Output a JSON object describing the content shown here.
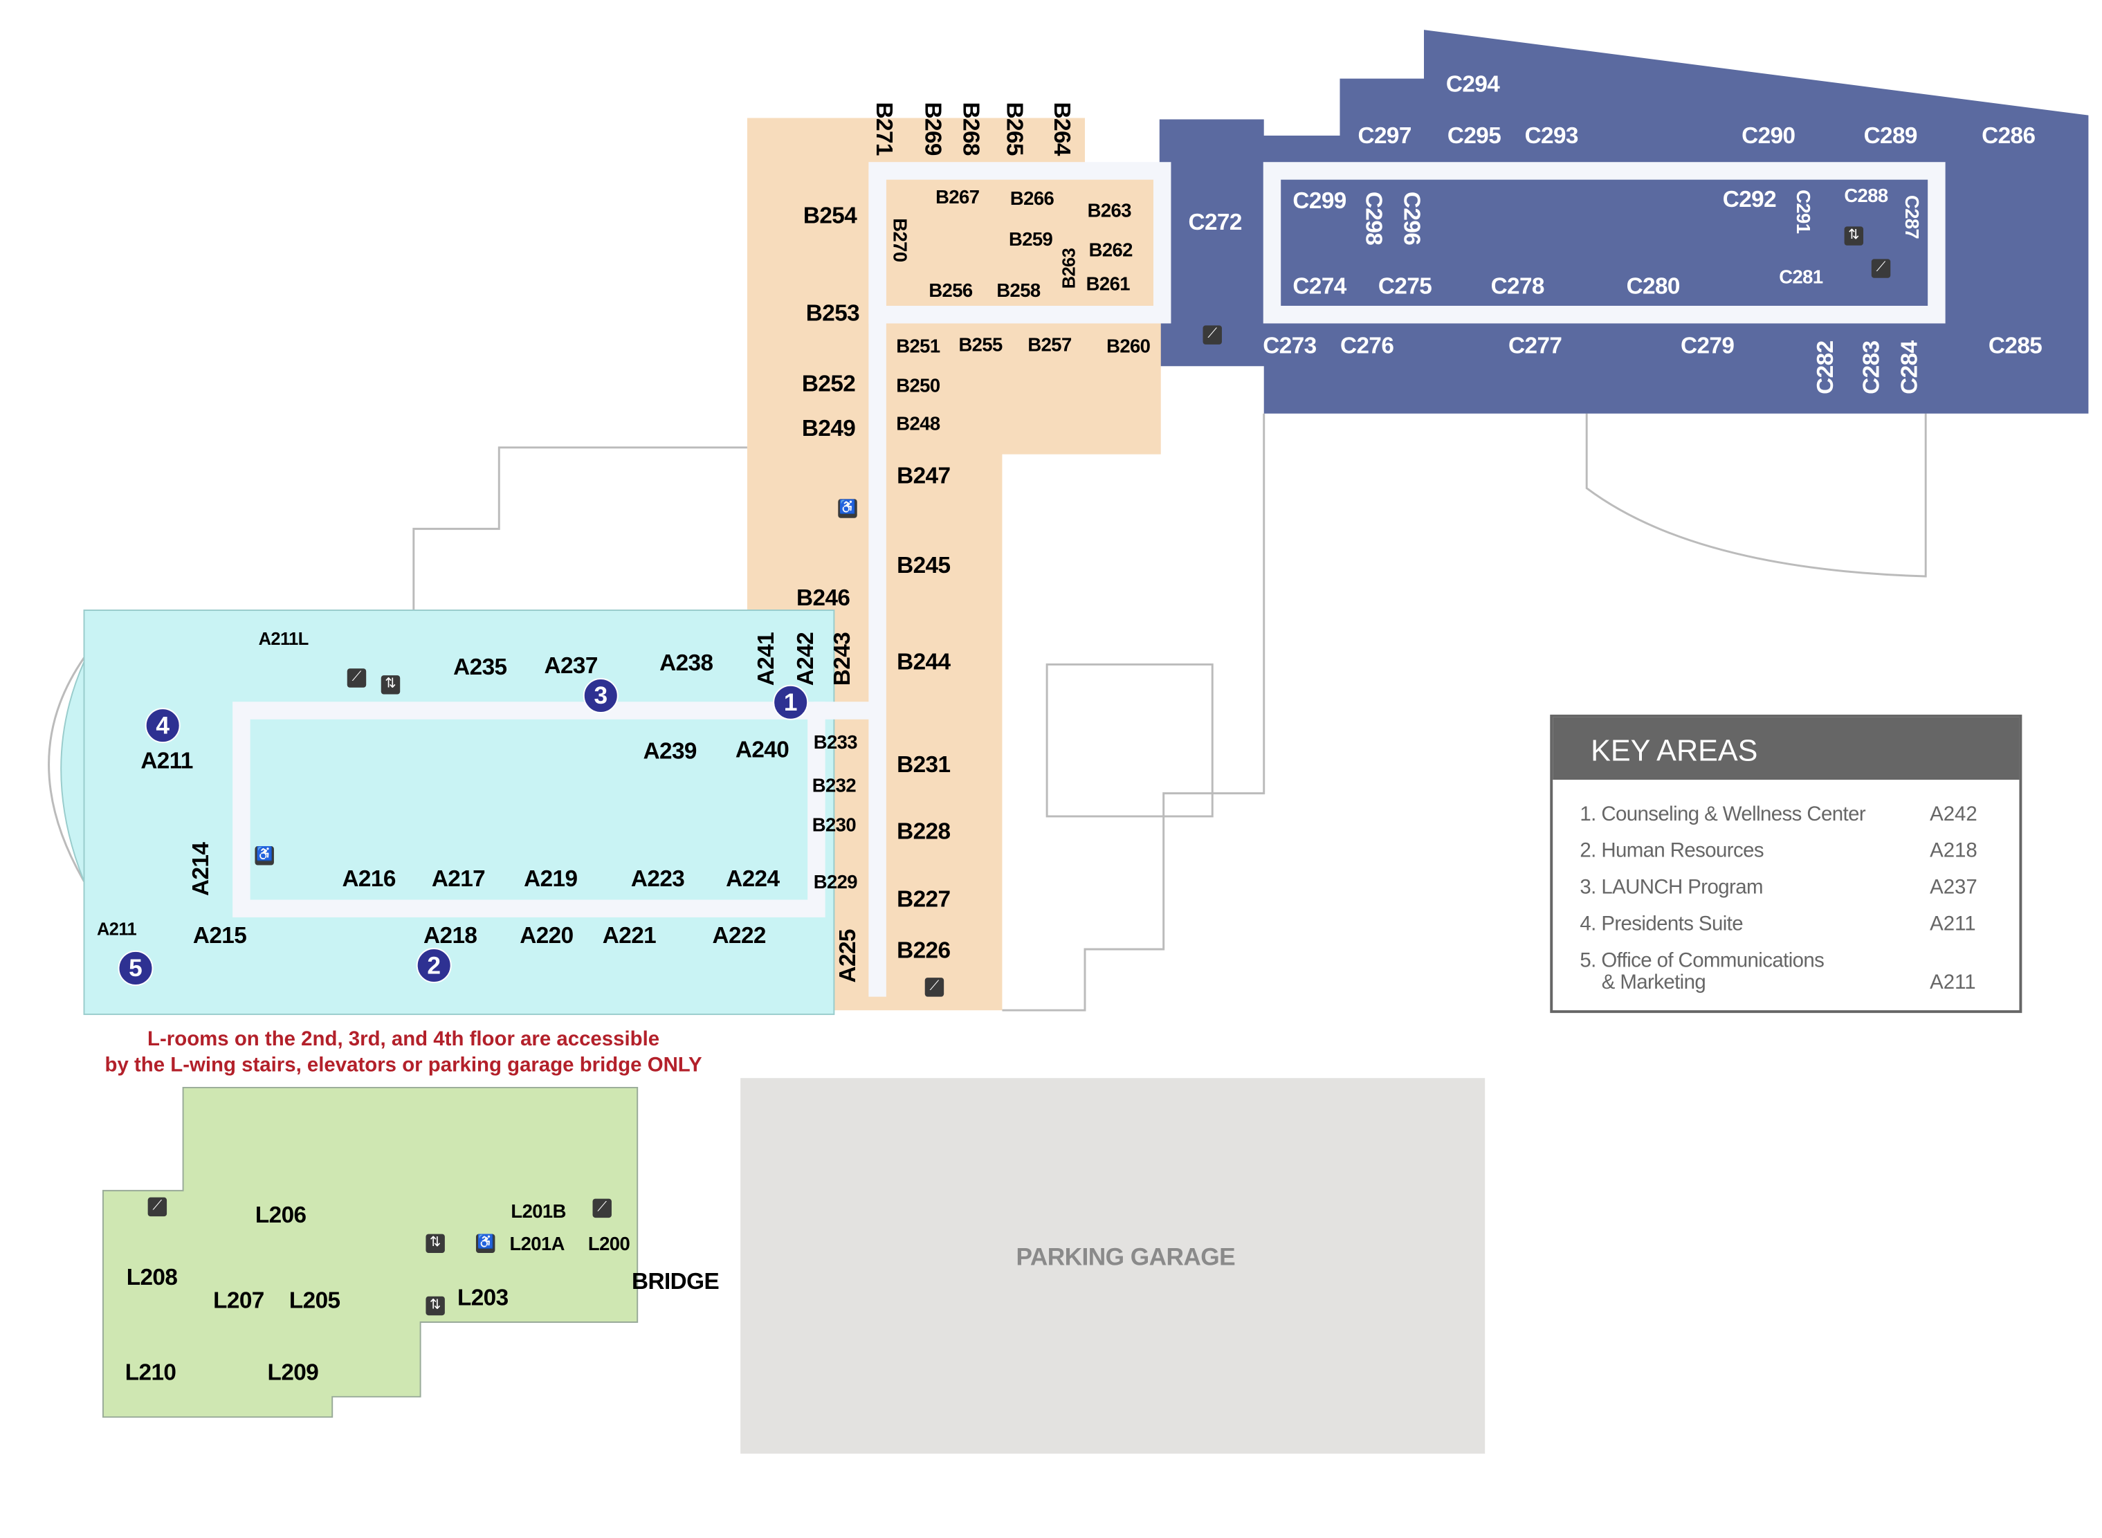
{
  "colors": {
    "a_wing": "#c9f3f4",
    "b_wing": "#f7dcbc",
    "c_wing": "#5b6aa0",
    "l_wing": "#cfe7b2",
    "garage": "#e3e2e0",
    "marker": "#2e3192",
    "note": "#b3202a",
    "key_header": "#666666"
  },
  "rooms": {
    "b": [
      "B271",
      "B269",
      "B268",
      "B265",
      "B264",
      "B254",
      "B253",
      "B252",
      "B249",
      "B246",
      "B270",
      "B267",
      "B266",
      "B263",
      "B259",
      "B263",
      "B262",
      "B261",
      "B256",
      "B258",
      "B251",
      "B255",
      "B257",
      "B260",
      "B250",
      "B248",
      "B247",
      "B245",
      "B244",
      "B231",
      "B228",
      "B227",
      "B226",
      "B243",
      "B233",
      "B232",
      "B230",
      "B229"
    ],
    "a": [
      "A211L",
      "A235",
      "A237",
      "A238",
      "A241",
      "A242",
      "A211",
      "A239",
      "A240",
      "A214",
      "A216",
      "A217",
      "A219",
      "A223",
      "A224",
      "A211",
      "A215",
      "A218",
      "A220",
      "A221",
      "A222",
      "A225"
    ],
    "c": [
      "C294",
      "C297",
      "C295",
      "C293",
      "C290",
      "C289",
      "C286",
      "C272",
      "C299",
      "C298",
      "C296",
      "C292",
      "C291",
      "C288",
      "C287",
      "C274",
      "C275",
      "C278",
      "C280",
      "C281",
      "C273",
      "C276",
      "C277",
      "C279",
      "C282",
      "C283",
      "C284",
      "C285"
    ],
    "l": [
      "L206",
      "L201B",
      "L201A",
      "L200",
      "L208",
      "L207",
      "L205",
      "L203",
      "BRIDGE",
      "L210",
      "L209"
    ]
  },
  "parking_garage": "PARKING GARAGE",
  "markers": [
    "1",
    "2",
    "3",
    "4",
    "5"
  ],
  "note": {
    "line1": "L-rooms on the 2nd, 3rd, and 4th floor are accessible",
    "line2": "by the L-wing stairs, elevators or parking garage bridge ONLY"
  },
  "key_areas": {
    "title": "KEY AREAS",
    "items": [
      {
        "label": "1. Counseling & Wellness Center",
        "room": "A242"
      },
      {
        "label": "2. Human Resources",
        "room": "A218"
      },
      {
        "label": "3. LAUNCH Program",
        "room": "A237"
      },
      {
        "label": "4. Presidents Suite",
        "room": "A211"
      },
      {
        "label": "5. Office of Communications",
        "label2": "& Marketing",
        "room": "A211"
      }
    ]
  },
  "icons": [
    "stairs-icon",
    "elevator-icon",
    "restroom-icon"
  ]
}
